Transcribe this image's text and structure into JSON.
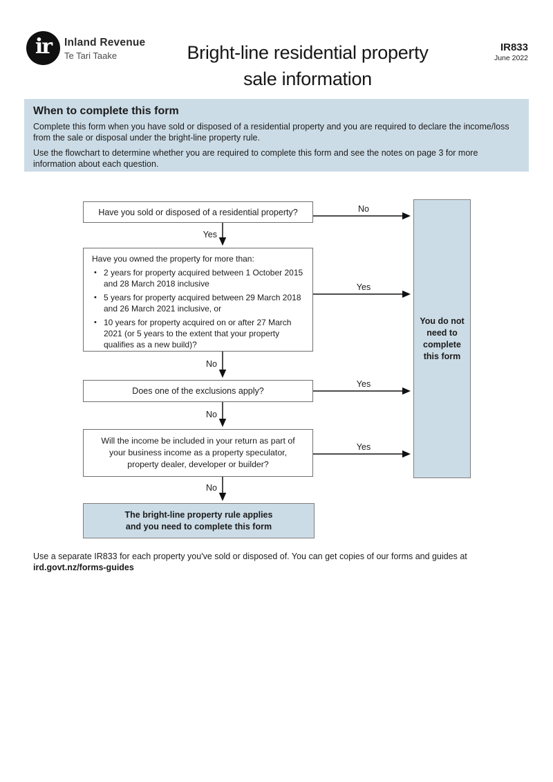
{
  "header": {
    "monogram": "ir",
    "org_name": "Inland Revenue",
    "org_name_maori": "Te Tari Taake",
    "title_line1": "Bright-line residential property",
    "title_line2": "sale information",
    "form_code": "IR833",
    "form_date": "June 2022"
  },
  "info_box": {
    "heading": "When to complete this form",
    "para1": "Complete this form when you have sold or disposed of a residential property and you are required to declare the income/loss from the sale or disposal under the bright-line property rule.",
    "para2": "Use the flowchart to determine whether you are required to complete this form and see the notes on page 3 for more information about each question."
  },
  "flowchart": {
    "q1": "Have you sold or disposed of a residential property?",
    "q2_intro": "Have you owned the property for more than:",
    "q2_bullets": [
      "2 years for property acquired between 1 October 2015 and 28 March 2018 inclusive",
      "5 years for property acquired between 29 March 2018 and 26 March 2021 inclusive, or",
      "10 years for property acquired on or after 27 March 2021 (or 5 years to the extent that your property qualifies as a new build)?"
    ],
    "q3": "Does one of the exclusions apply?",
    "q4": "Will the income be included in your return as part of your business income as a property speculator, property dealer, developer or builder?",
    "outcome_complete_line1": "The bright-line property rule applies",
    "outcome_complete_line2": "and you need to complete this form",
    "outcome_no_need": "You do not need to complete this form",
    "labels": {
      "yes": "Yes",
      "no": "No"
    }
  },
  "footer": {
    "note_prefix": "Use a separate IR833 for each property you've sold or disposed of. You can get copies of our forms and guides at ",
    "note_link": "ird.govt.nz/forms-guides"
  },
  "colors": {
    "panel_blue": "#ccdce6",
    "box_border_gray": "#6f6f6f",
    "arrow_black": "#111111",
    "text_black": "#1b1b1b"
  }
}
